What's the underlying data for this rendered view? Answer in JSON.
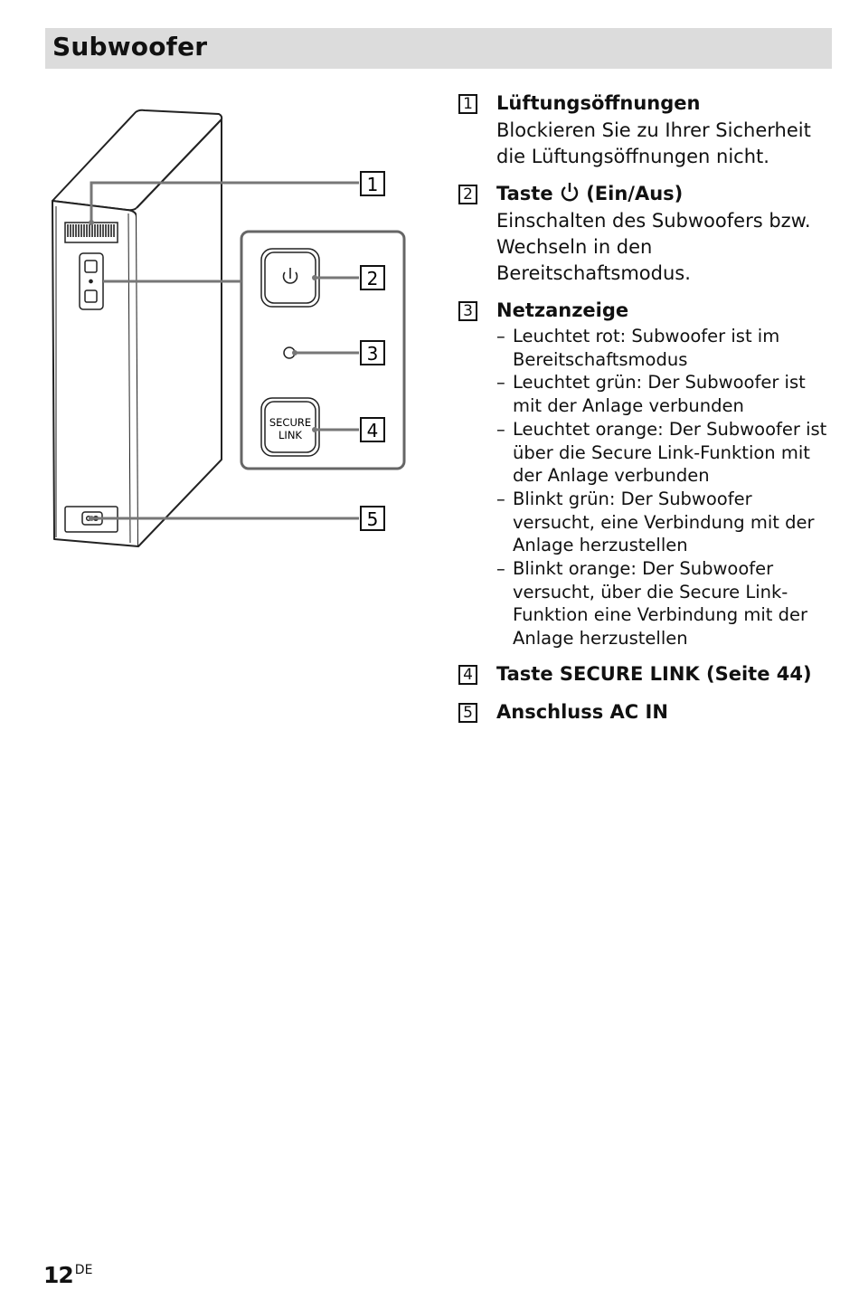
{
  "section": {
    "title": "Subwoofer"
  },
  "figure": {
    "callouts": [
      "1",
      "2",
      "3",
      "4",
      "5"
    ],
    "secure_link_button_line1": "SECURE",
    "secure_link_button_line2": "LINK",
    "icons": [
      "power-icon",
      "ac-inlet-icon"
    ]
  },
  "items": [
    {
      "number": "1",
      "title": "Lüftungsöffnungen",
      "description": "Blockieren Sie zu Ihrer Sicherheit die Lüftungsöffnungen nicht."
    },
    {
      "number": "2",
      "title_prefix": "Taste",
      "title_suffix": "(Ein/Aus)",
      "title_icon": "power-icon",
      "description": "Einschalten des Subwoofers bzw. Wechseln in den Bereitschaftsmodus."
    },
    {
      "number": "3",
      "title": "Netzanzeige",
      "bullets": [
        "Leuchtet rot: Subwoofer ist im Bereitschaftsmodus",
        "Leuchtet grün: Der Subwoofer ist mit der Anlage verbunden",
        "Leuchtet orange: Der Subwoofer ist über die Secure Link-Funktion mit der Anlage verbunden",
        "Blinkt grün: Der Subwoofer versucht, eine Verbindung mit der Anlage herzustellen",
        "Blinkt orange: Der Subwoofer versucht, über die Secure Link-Funktion eine Verbindung mit der Anlage herzustellen"
      ]
    },
    {
      "number": "4",
      "title": "Taste SECURE LINK (Seite 44)"
    },
    {
      "number": "5",
      "title": "Anschluss AC IN"
    }
  ],
  "footer": {
    "page_number": "12",
    "page_suffix": "DE"
  }
}
